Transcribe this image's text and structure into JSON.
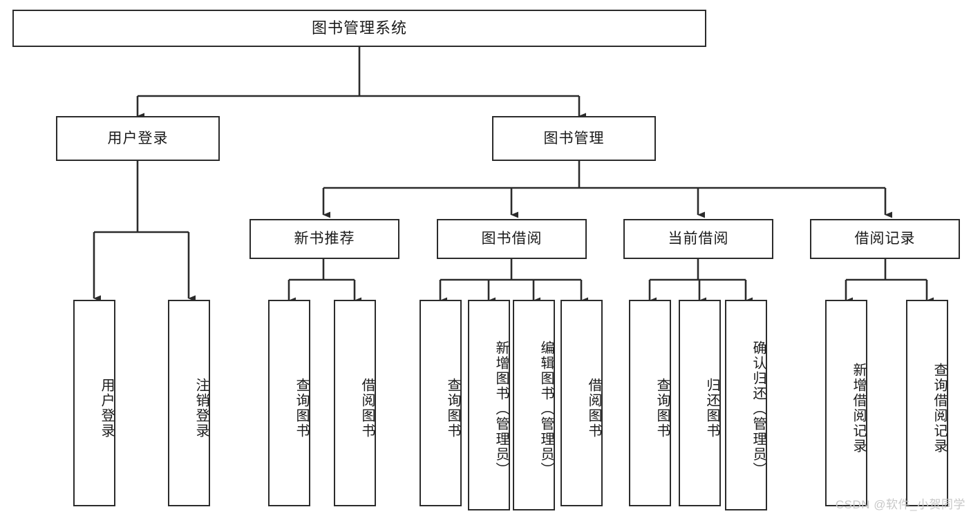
{
  "diagram": {
    "title": "图书管理系统",
    "type": "tree-hierarchy",
    "watermark": "CSDN @软件_小贺同学",
    "nodes": {
      "root": {
        "label": "图书管理系统"
      },
      "level2": [
        {
          "id": "user-login",
          "label": "用户登录"
        },
        {
          "id": "book-manage",
          "label": "图书管理"
        }
      ],
      "level3": [
        {
          "id": "new-book-recommend",
          "label": "新书推荐"
        },
        {
          "id": "book-borrow",
          "label": "图书借阅"
        },
        {
          "id": "current-borrow",
          "label": "当前借阅"
        },
        {
          "id": "borrow-record",
          "label": "借阅记录"
        }
      ],
      "leaves": {
        "user_login": [
          {
            "id": "leaf-user-login",
            "label": "用户登录"
          },
          {
            "id": "leaf-logout-login",
            "label": "注销登录"
          }
        ],
        "new_book_recommend": [
          {
            "id": "leaf-query-book-1",
            "label": "查询图书"
          },
          {
            "id": "leaf-borrow-book-1",
            "label": "借阅图书"
          }
        ],
        "book_borrow": [
          {
            "id": "leaf-query-book-2",
            "label": "查询图书"
          },
          {
            "id": "leaf-add-book-admin",
            "label": "新增图书（管理员）"
          },
          {
            "id": "leaf-edit-book-admin",
            "label": "编辑图书（管理员）"
          },
          {
            "id": "leaf-borrow-book-2",
            "label": "借阅图书"
          }
        ],
        "current_borrow": [
          {
            "id": "leaf-query-book-3",
            "label": "查询图书"
          },
          {
            "id": "leaf-return-book",
            "label": "归还图书"
          },
          {
            "id": "leaf-confirm-return-admin",
            "label": "确认归还（管理员）"
          }
        ],
        "borrow_record": [
          {
            "id": "leaf-add-borrow-record",
            "label": "新增借阅记录"
          },
          {
            "id": "leaf-query-borrow-record",
            "label": "查询借阅记录"
          }
        ]
      }
    },
    "colors": {
      "stroke": "#2b2b2b",
      "fill": "#ffffff",
      "text": "#1a1a1a",
      "watermark": "#c8c8c8"
    }
  }
}
